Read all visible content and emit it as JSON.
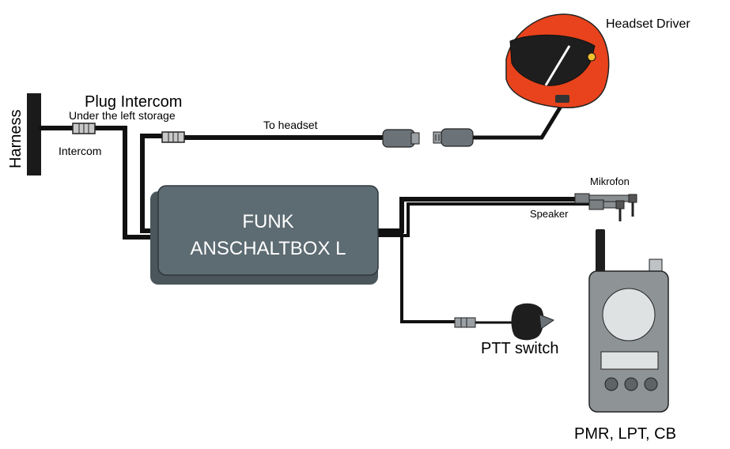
{
  "labels": {
    "harness": "Harness",
    "plug_intercom": "Plug Intercom",
    "under_left_storage": "Under the left storage",
    "intercom": "Intercom",
    "to_headset": "To headset",
    "headset_driver": "Headset Driver",
    "mikrofon": "Mikrofon",
    "speaker": "Speaker",
    "ptt_switch": "PTT switch",
    "radio_types": "PMR, LPT, CB",
    "box_line1": "FUNK",
    "box_line2": "ANSCHALTBOX L"
  },
  "colors": {
    "box_fill": "#5d6b72",
    "box_shadow": "#4a565c",
    "helmet_red": "#e8431c",
    "cable": "#111111",
    "radio_body": "#8e9396"
  },
  "icons": [
    "helmet-icon",
    "radio-icon",
    "ptt-switch-icon",
    "plug-icon",
    "jack-plug-icon"
  ]
}
